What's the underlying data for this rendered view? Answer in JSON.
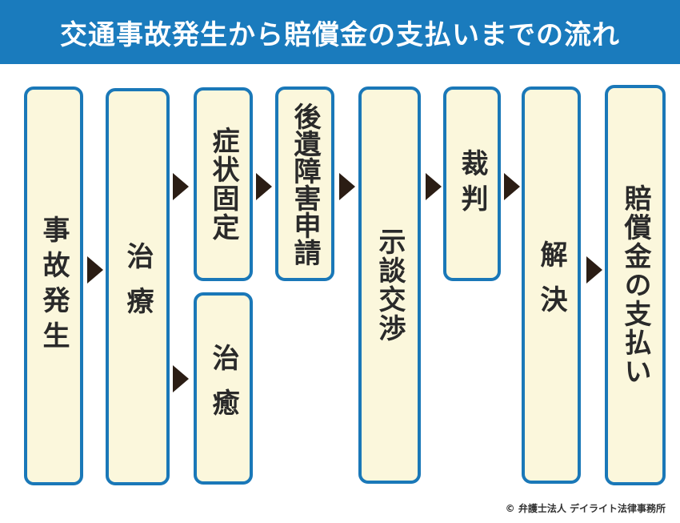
{
  "header": {
    "title": "交通事故発生から賠償金の支払いまでの流れ"
  },
  "steps": {
    "accident": "事故発生",
    "treatment": "治療",
    "symptom_fixed": "症状固定",
    "cured": "治癒",
    "disability_claim": "後遺障害申請",
    "settlement": "示談交渉",
    "trial": "裁判",
    "resolution": "解決",
    "payment": "賠償金の支払い"
  },
  "footer": {
    "copyright": "© 弁護士法人 デイライト法律事務所"
  },
  "colors": {
    "header_bg": "#1a7bbd",
    "box_fill": "#fbf7dc",
    "box_border": "#1a78b8",
    "arrow": "#2b1d14"
  }
}
